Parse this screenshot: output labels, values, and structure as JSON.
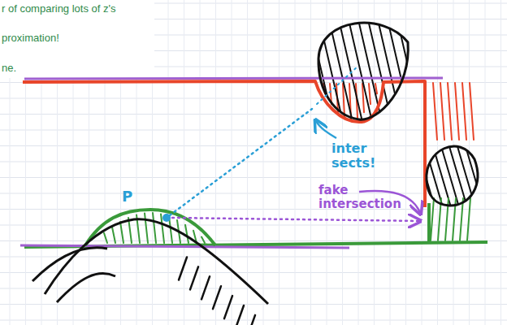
{
  "diagram": {
    "labels": [
      "r of comparing lots of z's",
      "proximation!",
      "ne.",
      "P",
      "inter sects!",
      "fake intersection"
    ]
  }
}
